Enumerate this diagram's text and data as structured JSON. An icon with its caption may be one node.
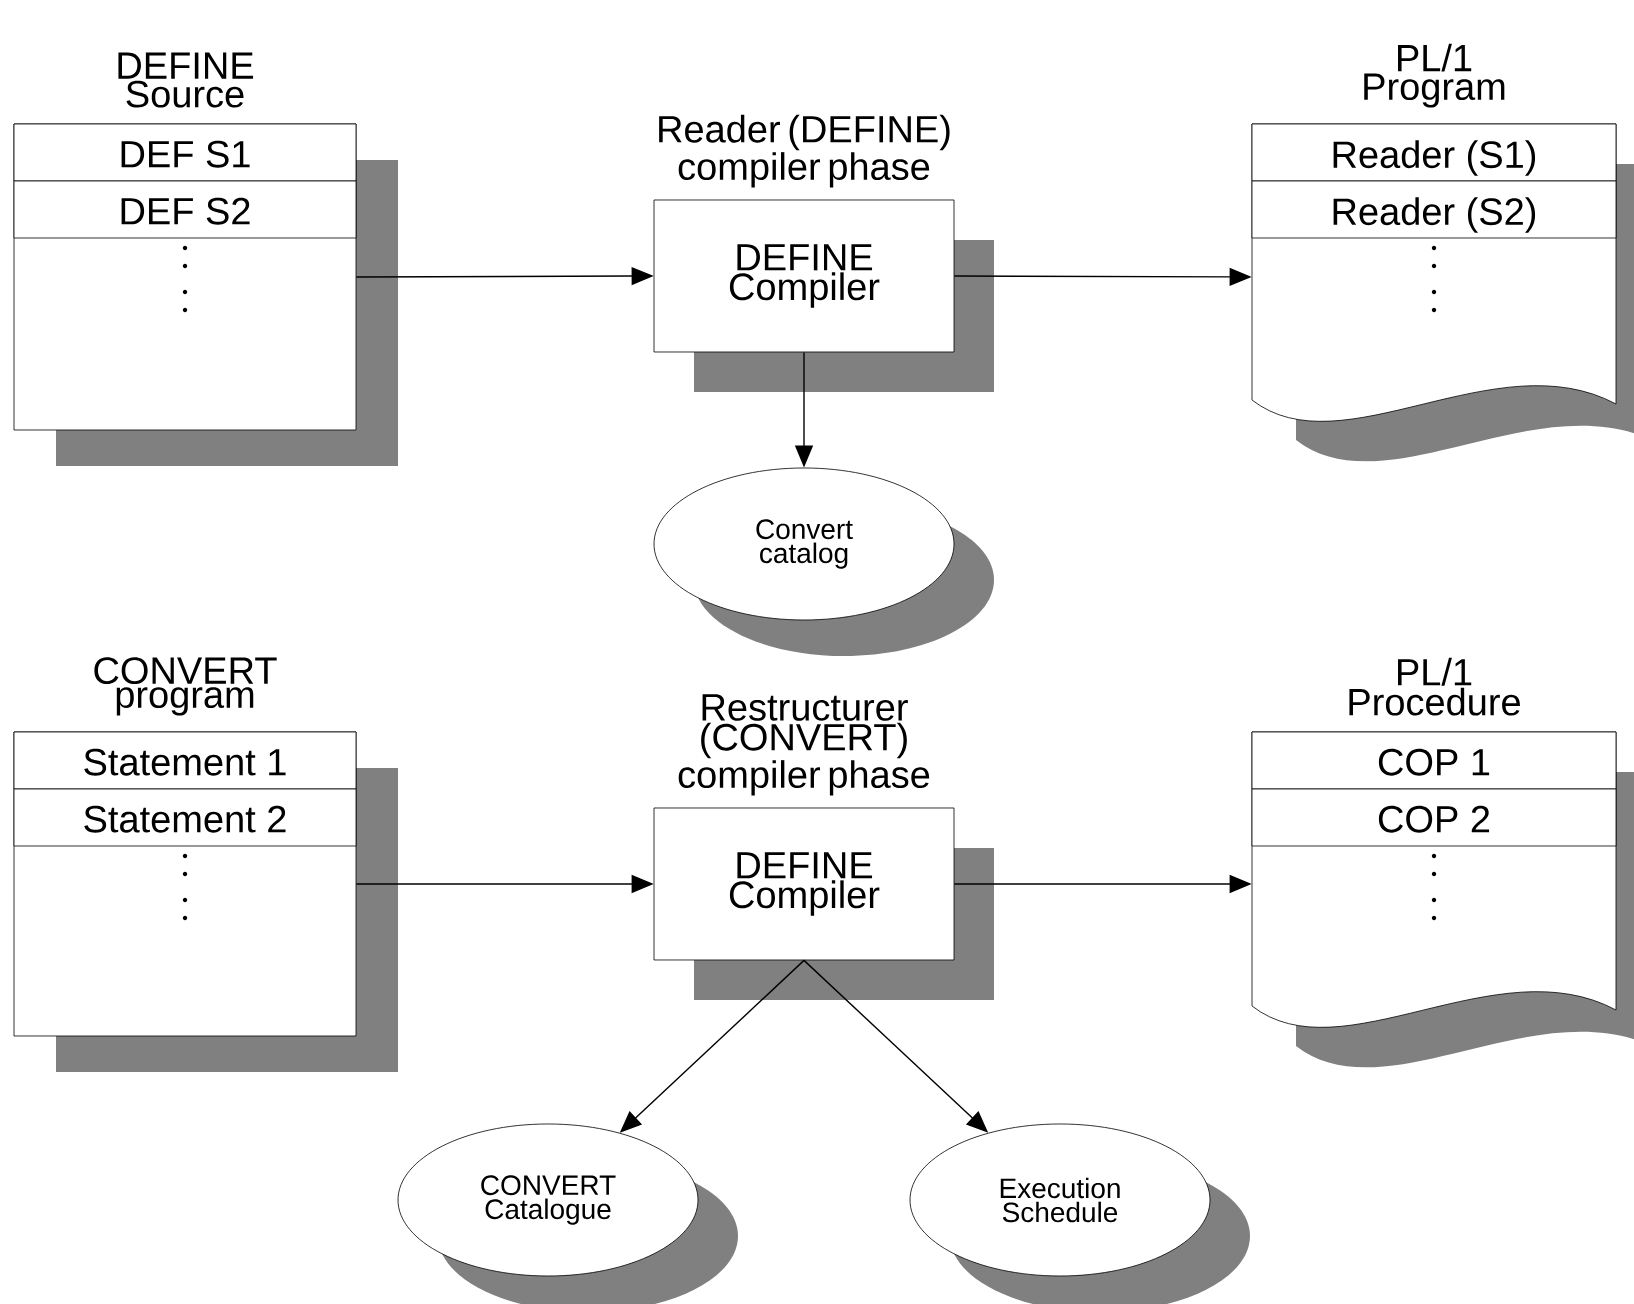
{
  "diagram": {
    "nodes": [
      {
        "text": [
          "DEFINE Source",
          "DEF S1",
          "DEF S2"
        ]
      },
      {
        "text": [
          "Reader (DEFINE) compiler phase",
          "DEFINE Compiler"
        ]
      },
      {
        "text": [
          "PL/1 Program",
          "Reader (S1)",
          "Reader (S2)"
        ]
      },
      {
        "text": [
          "Convert catalog"
        ]
      },
      {
        "text": [
          "CONVERT program",
          "Statement 1",
          "Statement 2"
        ]
      },
      {
        "text": [
          "Restructurer (CONVERT) compiler phase",
          "DEFINE Compiler"
        ]
      },
      {
        "text": [
          "PL/1 Procedure",
          "COP 1",
          "COP 2"
        ]
      },
      {
        "text": [
          "CONVERT Catalogue"
        ]
      },
      {
        "text": [
          "Execution Schedule"
        ]
      }
    ],
    "edges": [
      {
        "from": 0,
        "to": 1,
        "arrow": "to"
      },
      {
        "from": 1,
        "to": 2,
        "arrow": "to"
      },
      {
        "from": 1,
        "to": 3,
        "arrow": "to"
      },
      {
        "from": 4,
        "to": 5,
        "arrow": "to"
      },
      {
        "from": 5,
        "to": 6,
        "arrow": "to"
      },
      {
        "from": 5,
        "to": 7,
        "arrow": "to"
      },
      {
        "from": 5,
        "to": 8,
        "arrow": "to"
      }
    ]
  }
}
